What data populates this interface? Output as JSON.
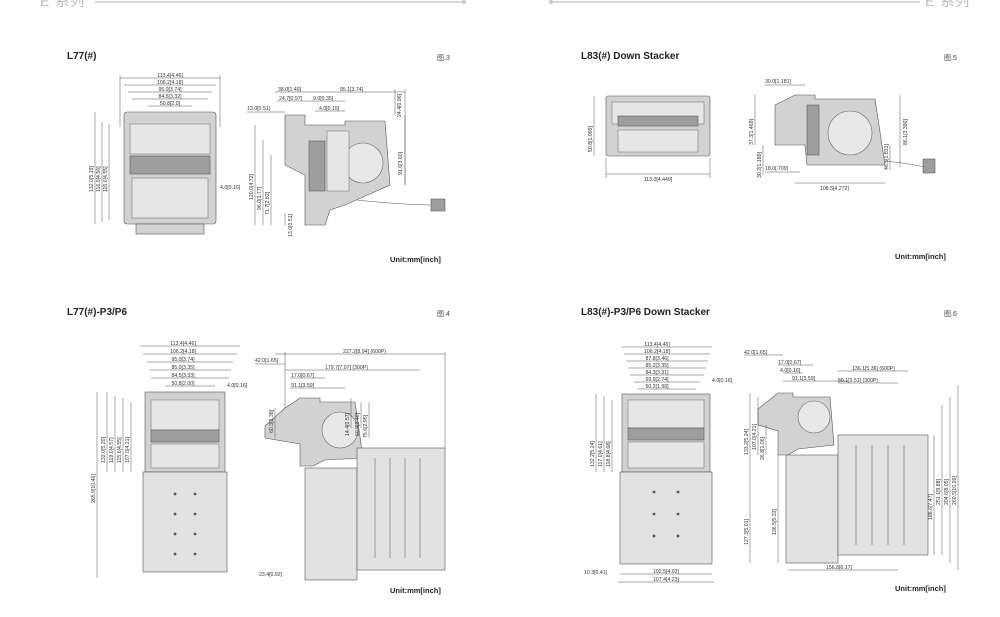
{
  "header": {
    "left_text": "E 系列",
    "right_text": "E 系列"
  },
  "panels": [
    {
      "title": "L77(#)",
      "figure": "图.3",
      "unit": "Unit:mm[inch]",
      "dims_h": [
        "113.4[4.46]",
        "106.2[4.18]",
        "95.0[3.74]",
        "84.5[3.32]",
        "50.8[2.0]"
      ],
      "dims_v": [
        "132.0[5.19]",
        "116.0[4.56]",
        "115.6[4.55]"
      ],
      "dim_side_small": "4.0[0.16]",
      "side_dims_h": [
        "38.0[1.49]",
        "95.1[3.74]",
        "24.7[0.97]",
        "9.0[0.35]",
        "13.0[0.51]",
        "4.0[0.15]"
      ],
      "side_dims_v": [
        "120.0[4.72]",
        "96.0[3.77]",
        "71.7[2.82]",
        "13.0[0.51]",
        "24.4[0.96]",
        "91.6[3.60]"
      ]
    },
    {
      "title": "L83(#) Down Stacker",
      "figure": "图.5",
      "unit": "Unit:mm[inch]",
      "front_dims": [
        "113.0[4.449]",
        "50.8[1.999]"
      ],
      "side_dims": [
        "30.0[1.181]",
        "37.3[1.469]",
        "30.2[1.189]",
        "18.0[.709]",
        "108.5[4.272]",
        "46.5[1.831]",
        "86.1[3.390]"
      ]
    },
    {
      "title": "L77(#)-P3/P6",
      "figure": "图.4",
      "unit": "Unit:mm[inch]",
      "dims_h": [
        "113.4[4.46]",
        "106.2[4.18]",
        "95.0[3.74]",
        "85.0[3.35]",
        "84.5[3.33]",
        "50.8[2.00]"
      ],
      "dims_v": [
        "132.0[5.20]",
        "119.0[4.57]",
        "115.6[4.55]",
        "107.0[4.21]",
        "265.9[10.46]"
      ],
      "dim_side_small": "4.0[0.16]",
      "side_dims_h": [
        "227.2[8.94] (600P)",
        "42.0[1.65]",
        "179.7[7.07] (300P)",
        "17.0[0.67]",
        "91.1[3.59]",
        "23.4[0.92]"
      ],
      "side_dims_v": [
        "60.3[2.38]",
        "14.4[0.57]",
        "60.9[2.40]",
        "75.6[2.95]"
      ]
    },
    {
      "title": "L83(#)-P3/P6 Down Stacker",
      "figure": "图.6",
      "unit": "Unit:mm[inch]",
      "dims_h": [
        "113.4[4.46]",
        "106.2[4.18]",
        "87.8[3.46]",
        "85.2[3.35]",
        "84.3[3.31]",
        "69.9[2.74]",
        "50.2[1.98]",
        "102.5[4.02]",
        "107.4[4.23]"
      ],
      "dims_v": [
        "132.2[5.24]",
        "117.0[4.61]",
        "118.8[4.68]",
        "10.3[0.41]"
      ],
      "dim_side_small": "4.0[0.16]",
      "side_dims_h": [
        "42.0[1.65]",
        "17.0[0.67]",
        "4.0[0.16]",
        "91.1[3.59]",
        "136.1[5.36] (600P)",
        "89.1[3.51] (300P)",
        "156.8[6.17]"
      ],
      "side_dims_v": [
        "133.2[5.24]",
        "107.0[4.21]",
        "26.8[1.06]",
        "127.3[5.01]",
        "136.5[5.33]",
        "188.6[7.47]",
        "251.1[9.88]",
        "204.6[8.05]",
        "260.5[10.26]"
      ]
    }
  ]
}
